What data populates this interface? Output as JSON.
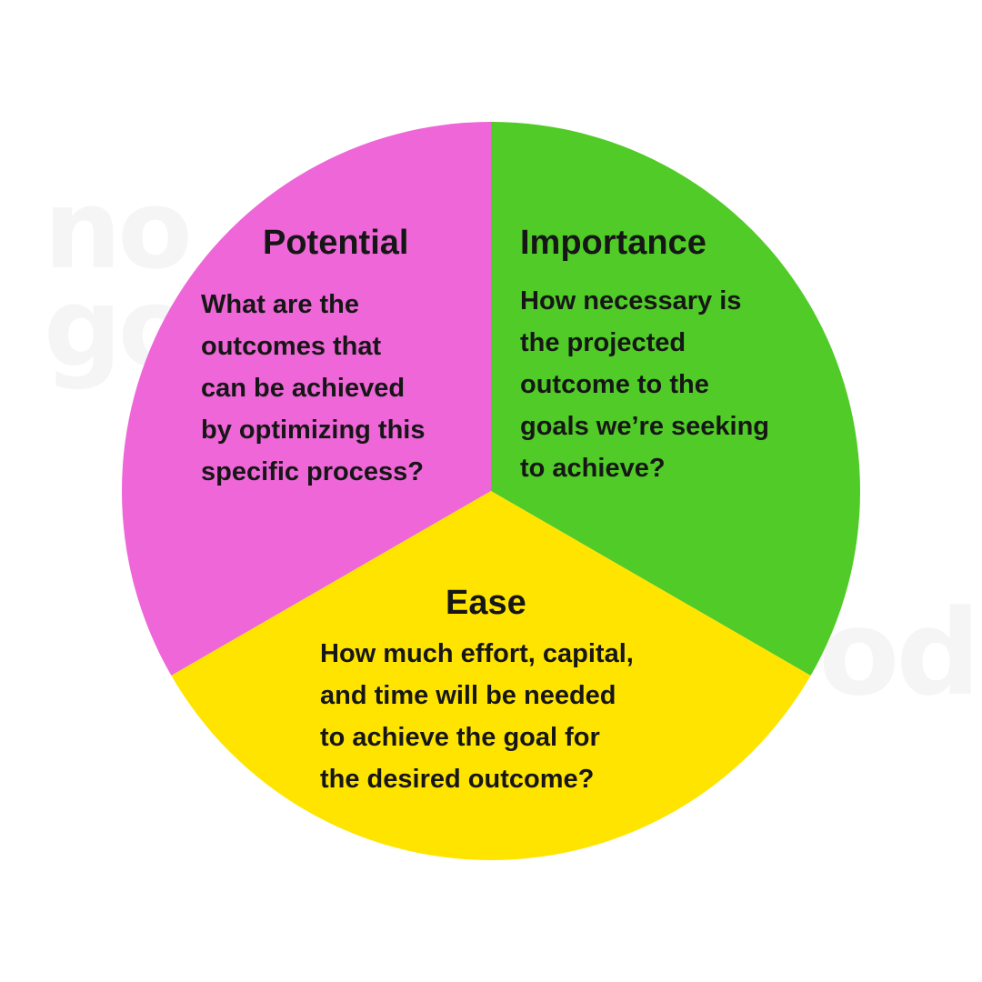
{
  "colors": {
    "potential": "#ee66d8",
    "importance": "#50cb27",
    "ease": "#ffe400",
    "text": "#161616",
    "watermark": "#f5f5f5"
  },
  "watermark": {
    "left": [
      "no",
      "go"
    ],
    "right": "od"
  },
  "segments": {
    "potential": {
      "title": "Potential",
      "lines": [
        "What are the",
        "outcomes that",
        "can be achieved",
        "by optimizing this",
        "specific process?"
      ]
    },
    "importance": {
      "title": "Importance",
      "lines": [
        "How necessary is",
        "the projected",
        "outcome to the",
        "goals we’re seeking",
        "to achieve?"
      ]
    },
    "ease": {
      "title": "Ease",
      "lines": [
        "How much effort, capital,",
        "and time will be needed",
        "to achieve the goal for",
        "the desired outcome?"
      ]
    }
  }
}
